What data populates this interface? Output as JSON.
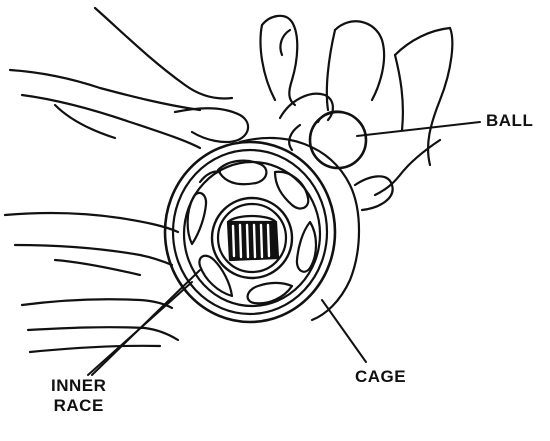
{
  "diagram": {
    "labels": {
      "ball": "BALL",
      "cage": "CAGE",
      "inner_race_line1": "INNER",
      "inner_race_line2": "RACE"
    },
    "colors": {
      "ink": "#111111",
      "background": "#ffffff"
    }
  }
}
